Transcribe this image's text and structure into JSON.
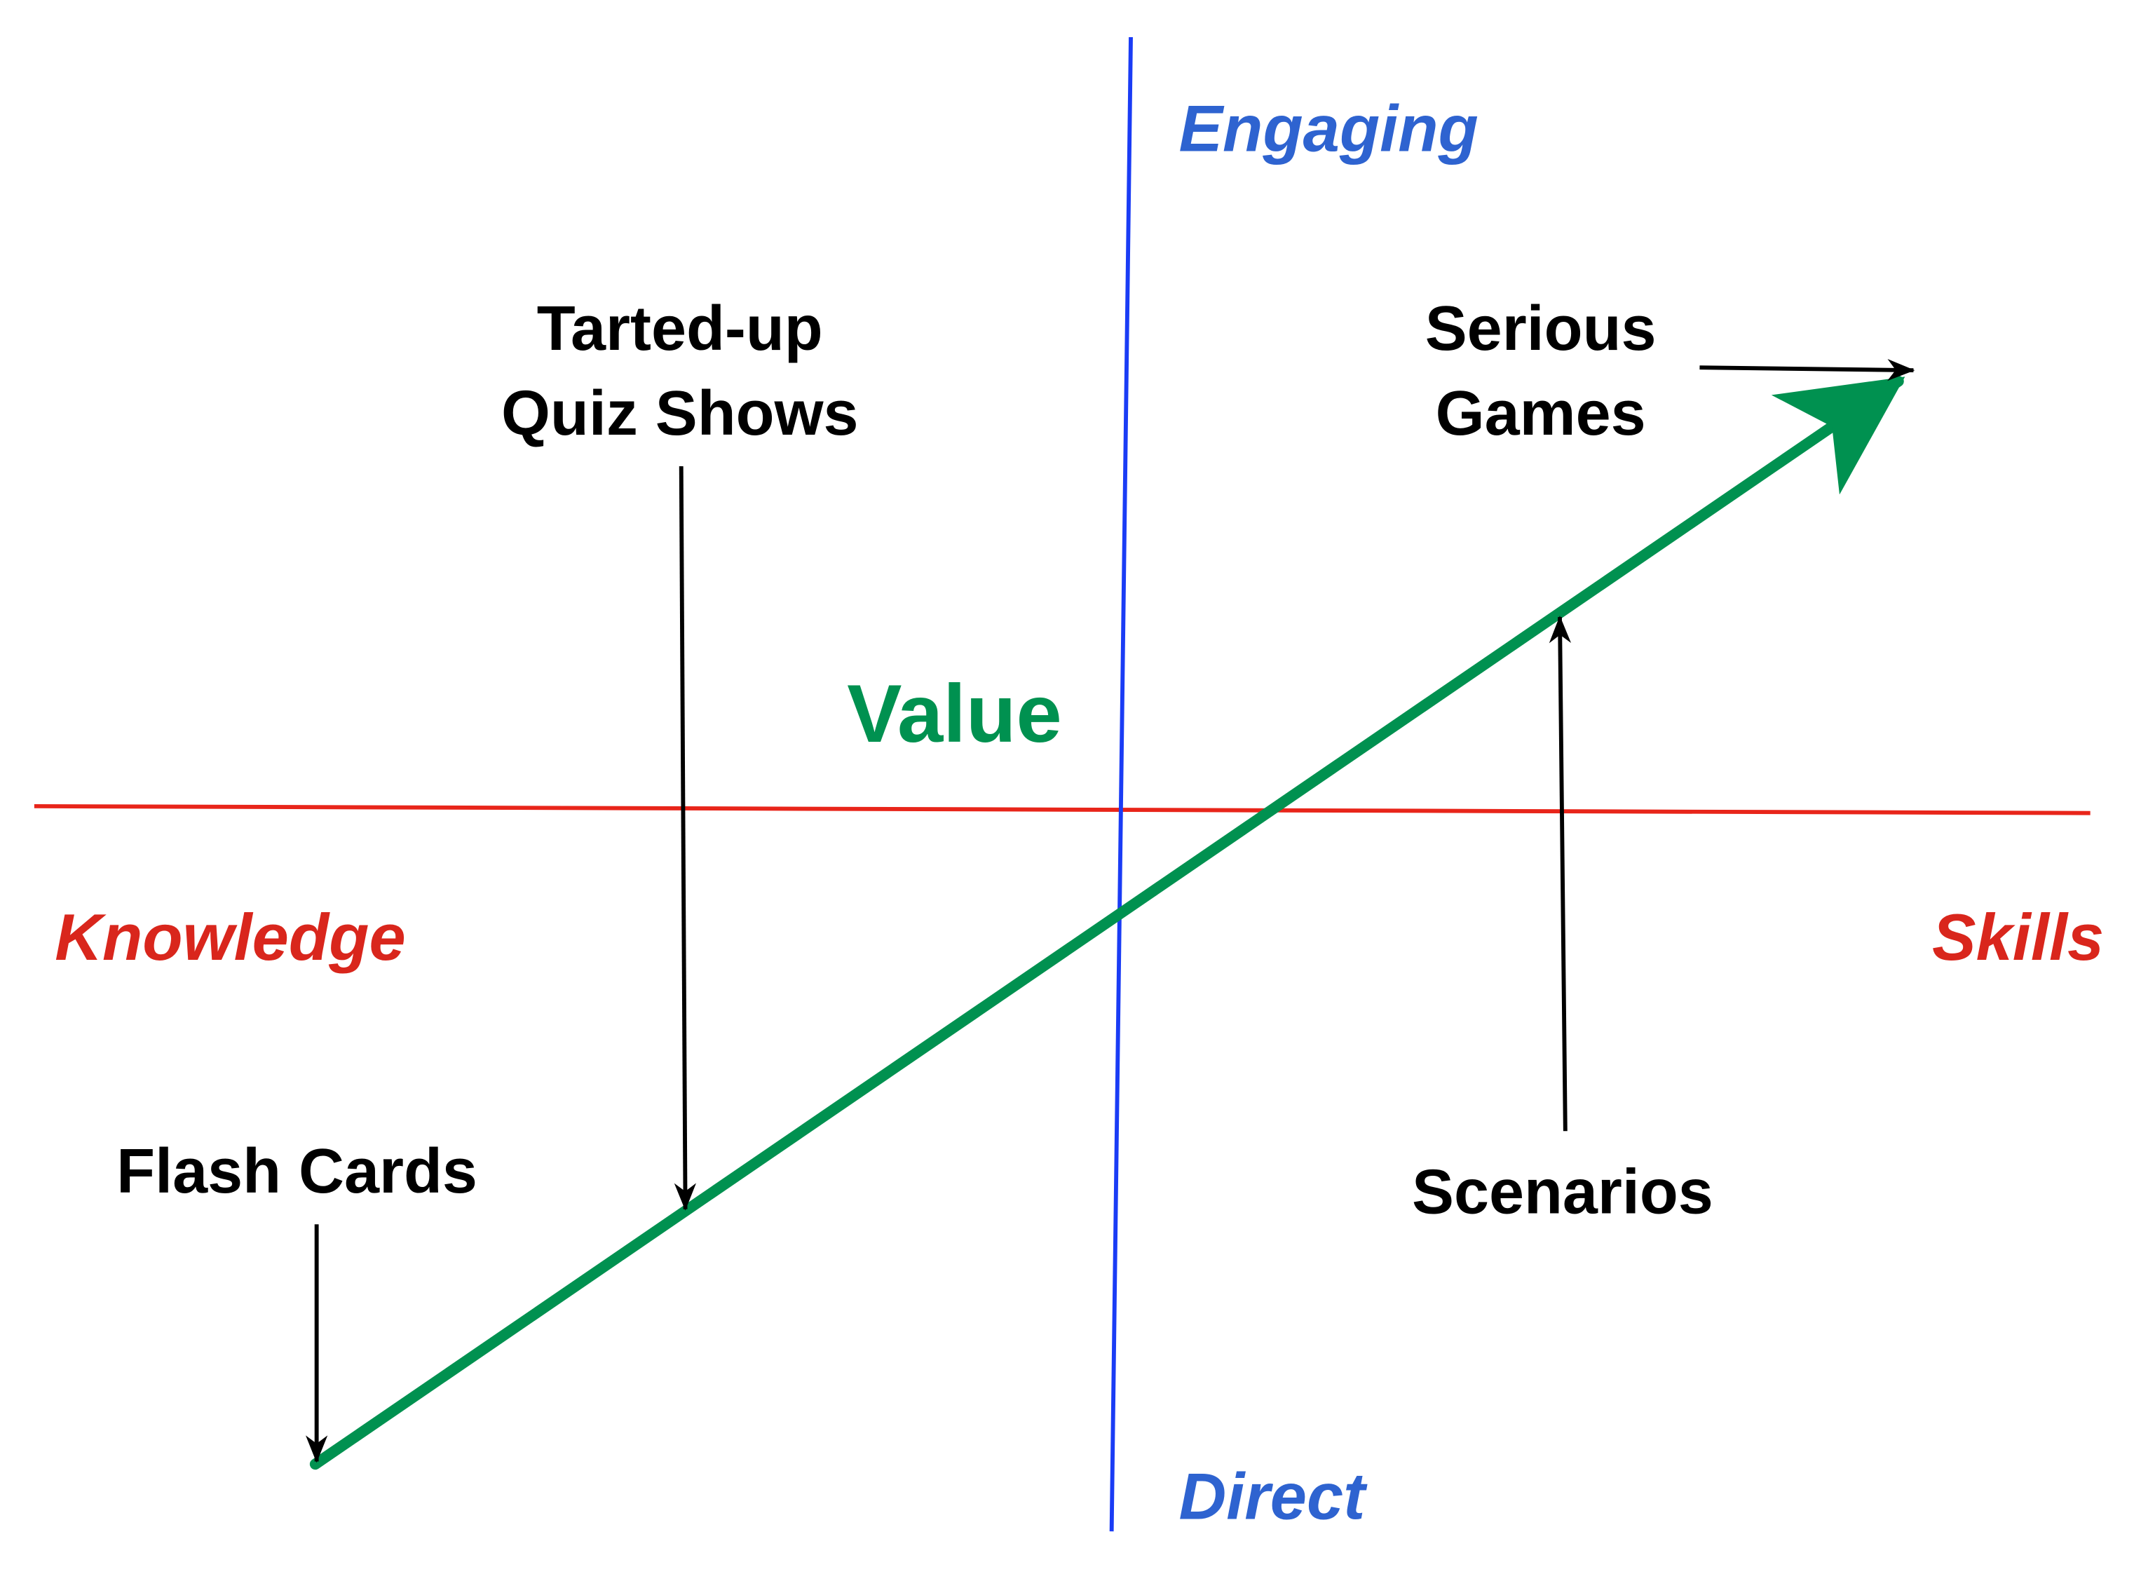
{
  "colors": {
    "vertical_axis": "#1a3cf5",
    "horizontal_axis": "#e8251a",
    "value_arrow": "#009150",
    "vertical_labels": "#2e63d0",
    "horizontal_labels": "#d9261c"
  },
  "axes": {
    "top": "Engaging",
    "bottom": "Direct",
    "left": "Knowledge",
    "right": "Skills"
  },
  "value_label": "Value",
  "callouts": {
    "quiz_line1": "Tarted-up",
    "quiz_line2": "Quiz Shows",
    "games_line1": "Serious",
    "games_line2": "Games",
    "flash": "Flash Cards",
    "scenarios": "Scenarios"
  }
}
